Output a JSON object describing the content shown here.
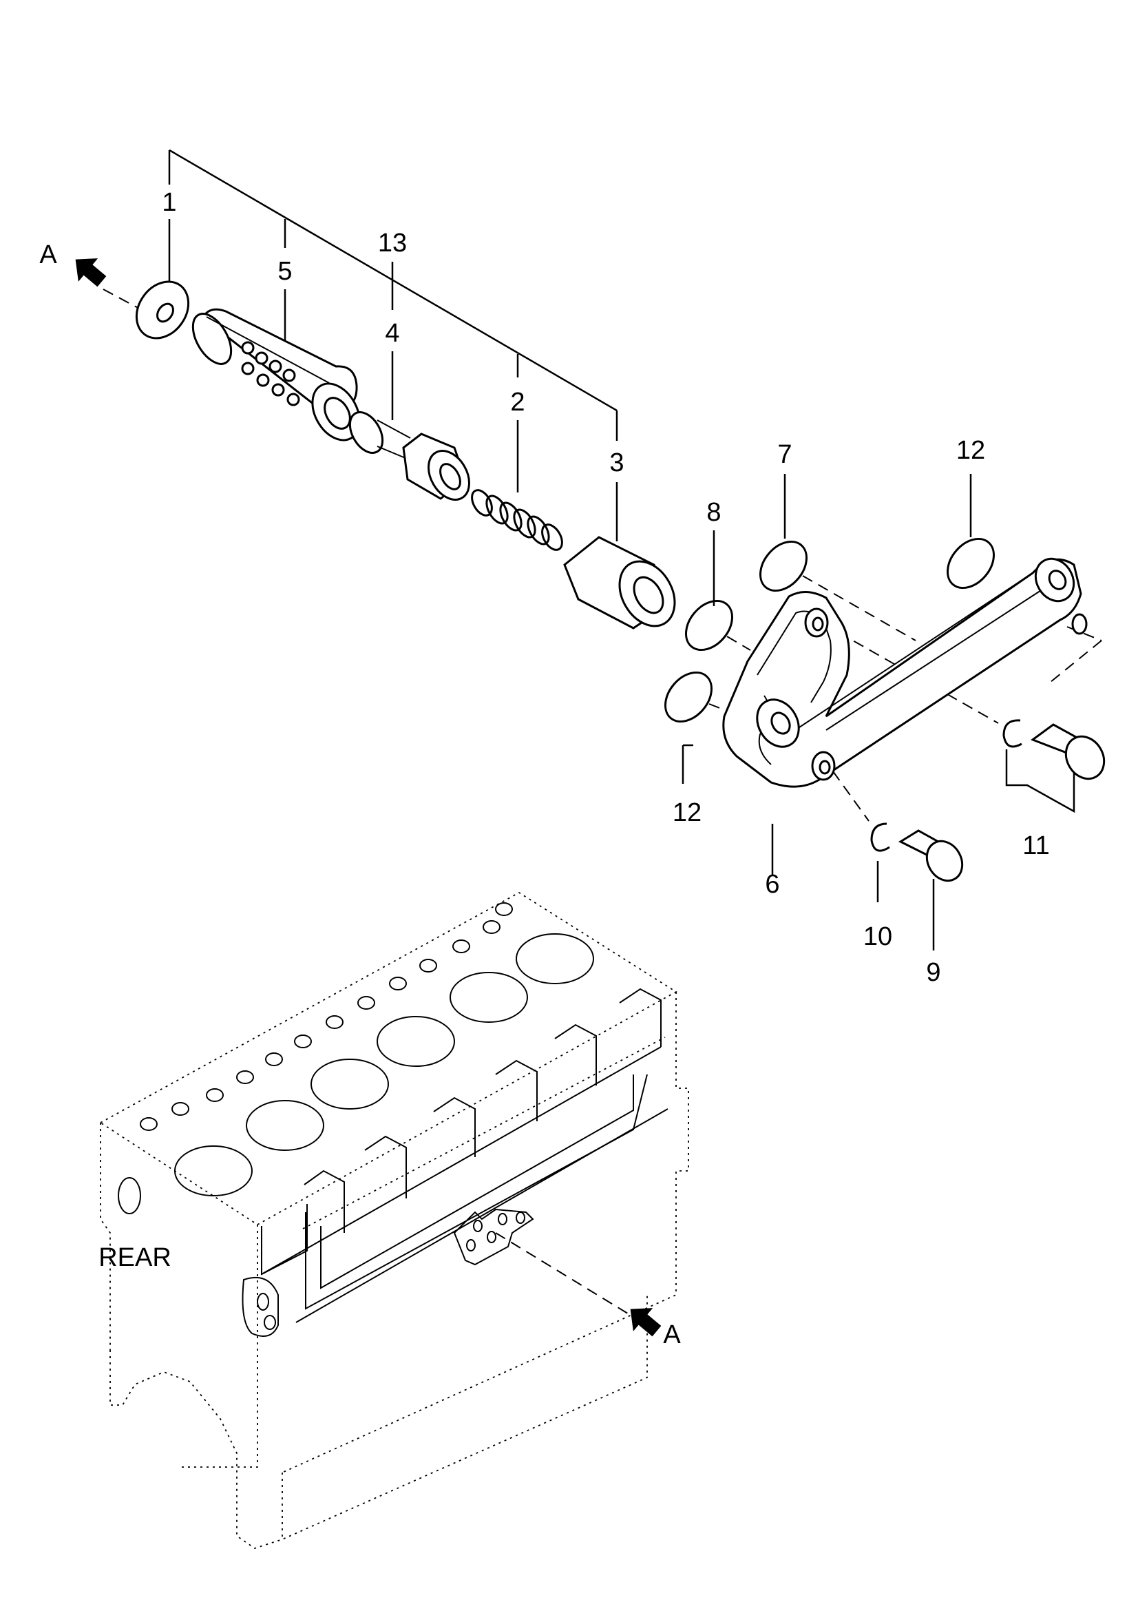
{
  "callouts": {
    "c1": "1",
    "c2": "2",
    "c3": "3",
    "c4": "4",
    "c5": "5",
    "c6": "6",
    "c7": "7",
    "c8": "8",
    "c9": "9",
    "c10": "10",
    "c11": "11",
    "c12_top": "12",
    "c12_left": "12",
    "c13": "13"
  },
  "view_markers": {
    "top_left": "A",
    "bottom": "A"
  },
  "engine": {
    "rear_label": "REAR"
  },
  "icons": [
    "view-arrow-icon"
  ]
}
